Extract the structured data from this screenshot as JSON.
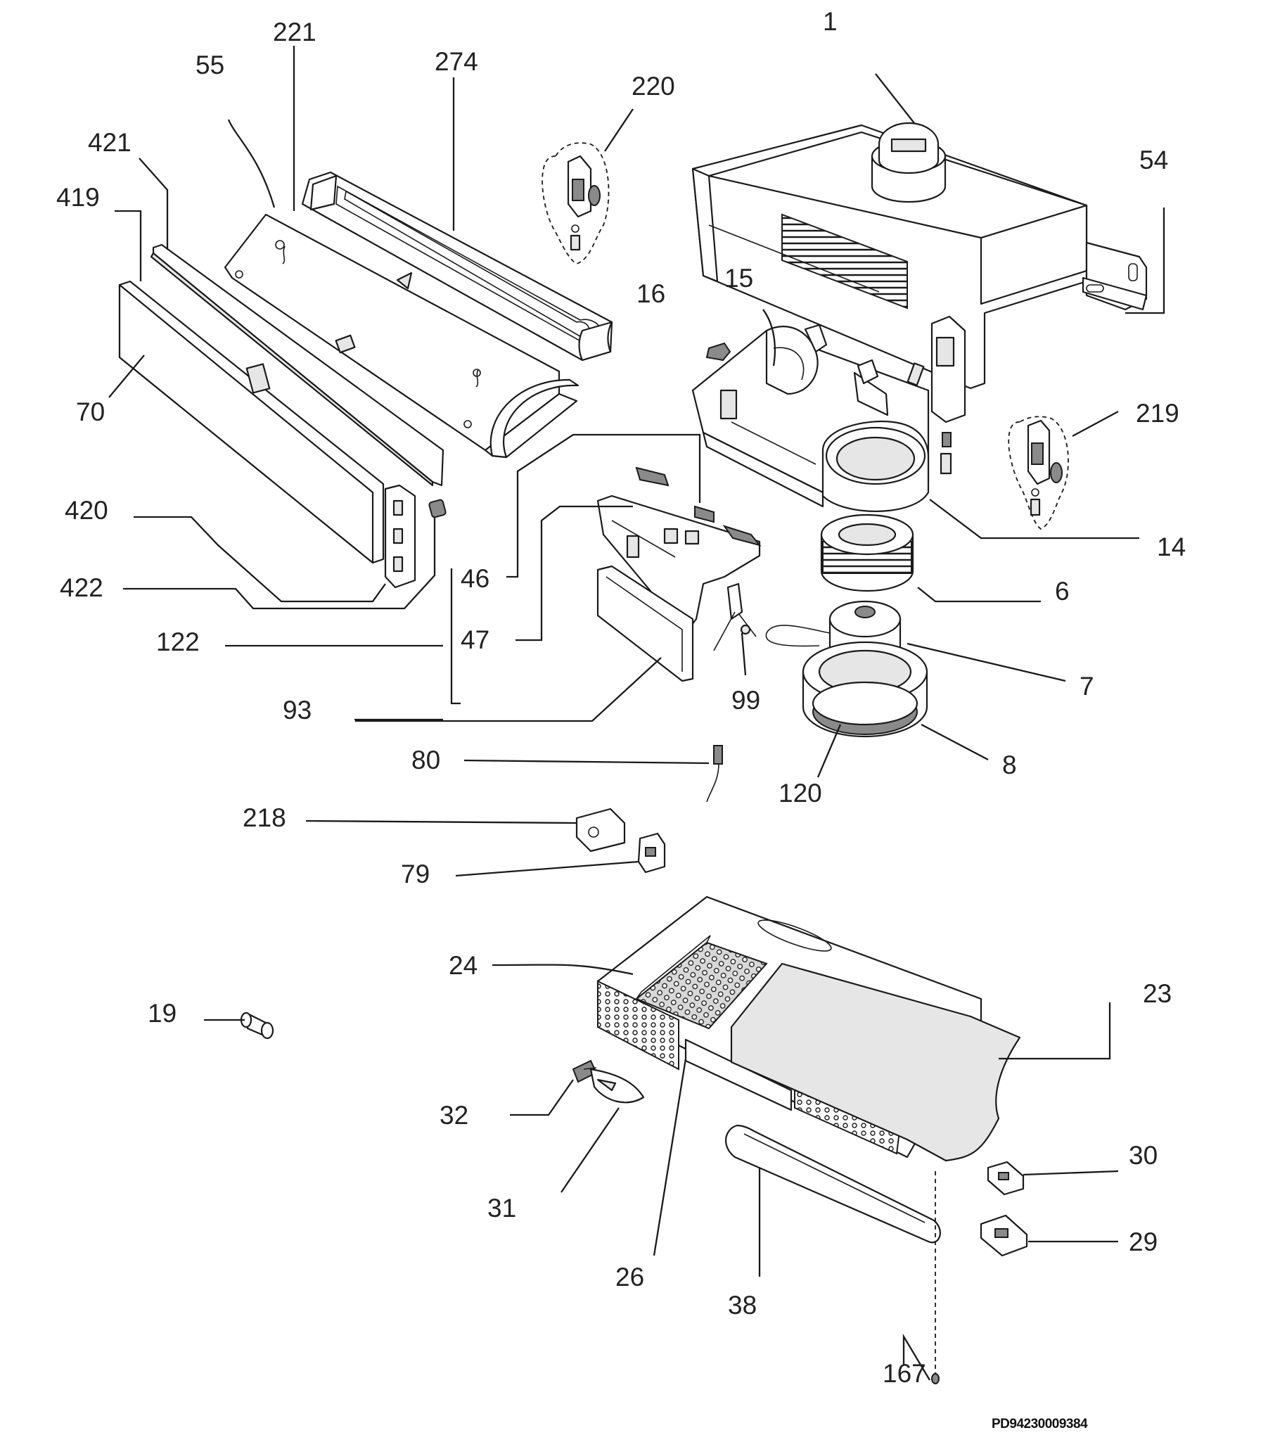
{
  "labels": {
    "l1": "1",
    "l221": "221",
    "l274": "274",
    "l55": "55",
    "l220": "220",
    "l421": "421",
    "l419": "419",
    "l54": "54",
    "l15": "15",
    "l16": "16",
    "l70": "70",
    "l219": "219",
    "l420": "420",
    "l14": "14",
    "l46": "46",
    "l422": "422",
    "l6": "6",
    "l47": "47",
    "l122": "122",
    "l7": "7",
    "l99": "99",
    "l93": "93",
    "l8": "8",
    "l80": "80",
    "l120": "120",
    "l218": "218",
    "l79": "79",
    "l24": "24",
    "l23": "23",
    "l19": "19",
    "l32": "32",
    "l30": "30",
    "l31": "31",
    "l29": "29",
    "l26": "26",
    "l38": "38",
    "l167": "167"
  },
  "drawing_code": "PD94230009384"
}
